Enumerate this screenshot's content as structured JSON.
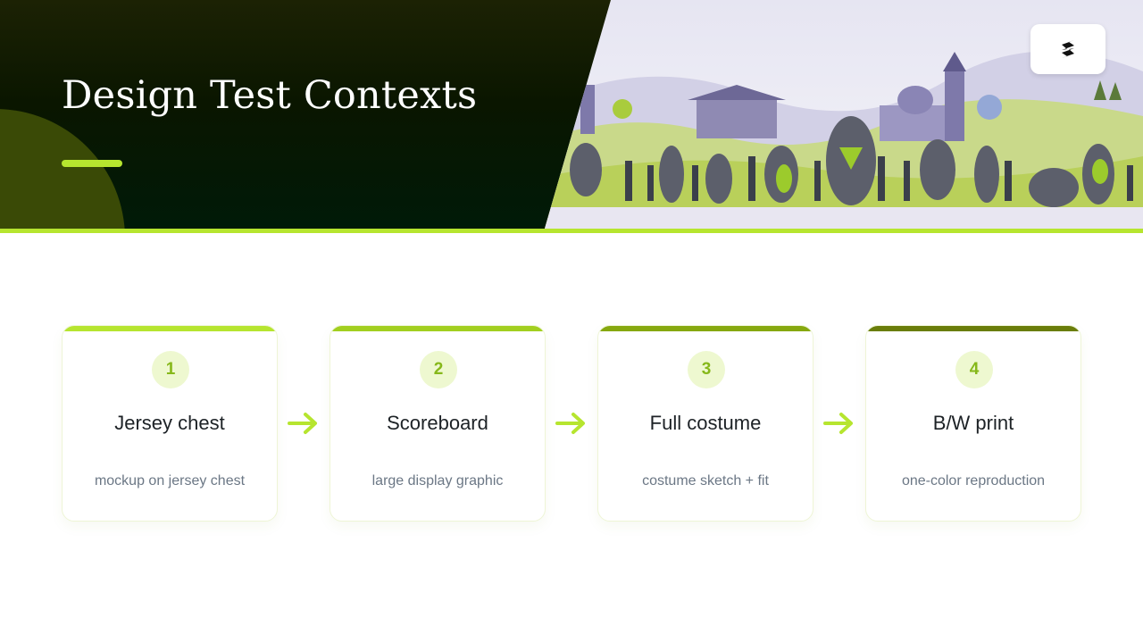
{
  "slide": {
    "title": "Design Test Contexts",
    "logo_icon": "brand-logo-icon",
    "colors": {
      "accent": "#b6e52f",
      "dark": "#0a1600",
      "muted_text": "#6b7785"
    }
  },
  "steps": [
    {
      "number": "1",
      "title": "Jersey chest",
      "subtitle": "mockup on jersey chest",
      "top_color": "#b6e52f"
    },
    {
      "number": "2",
      "title": "Scoreboard",
      "subtitle": "large display graphic",
      "top_color": "#a2cf1f"
    },
    {
      "number": "3",
      "title": "Full costume",
      "subtitle": "costume sketch + fit",
      "top_color": "#86a80f"
    },
    {
      "number": "4",
      "title": "B/W print",
      "subtitle": "one-color reproduction",
      "top_color": "#6a7d0a"
    }
  ],
  "connector_icon": "arrow-right-icon"
}
